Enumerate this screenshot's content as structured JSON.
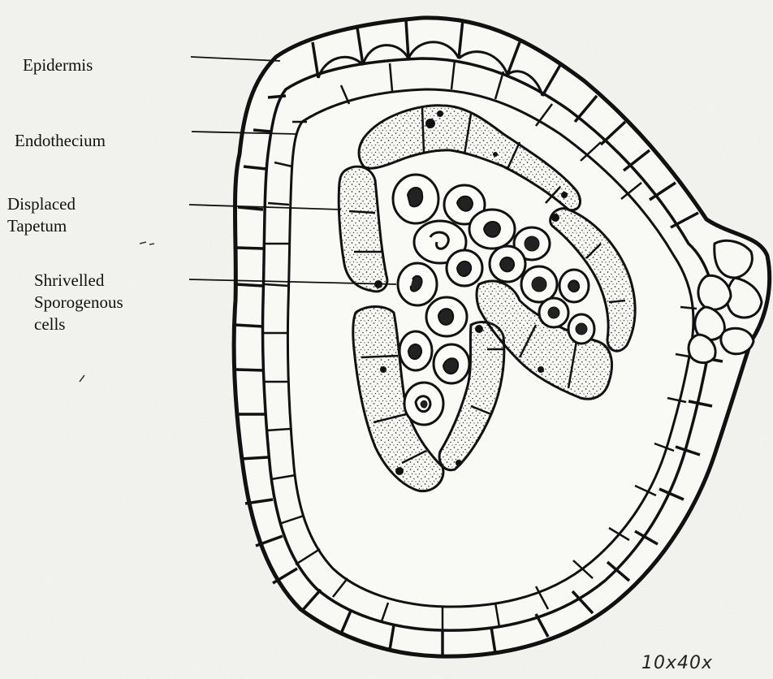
{
  "labels": {
    "epidermis": [
      "Epidermis"
    ],
    "endothecium": [
      "Endothecium"
    ],
    "displaced_tapetum": [
      "Displaced",
      "Tapetum"
    ],
    "shrivelled_sporogenous_cells": [
      "Shrivelled",
      "Sporogenous",
      "cells"
    ]
  },
  "magnification": "10x40x",
  "colors": {
    "ink": "#111111",
    "paper": "#f5f5f1",
    "stipple": "#3a3a3a"
  }
}
